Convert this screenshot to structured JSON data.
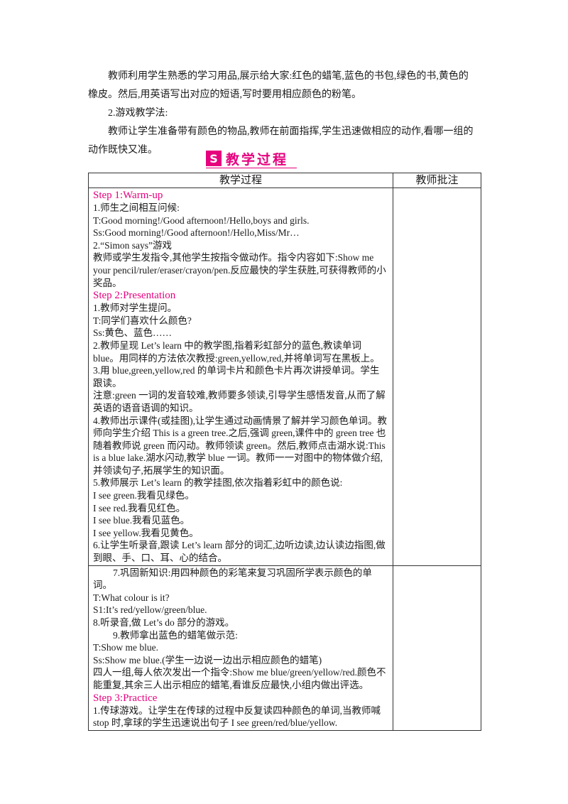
{
  "intro": {
    "paragraphs": [
      "教师利用学生熟悉的学习用品,展示给大家:红色的蜡笔,蓝色的书包,绿色的书,黄色的橡皮。然后,用英语写出对应的短语,写时要用相应颜色的粉笔。",
      "2.游戏教学法:",
      "教师让学生准备带有颜色的物品,教师在前面指挥,学生迅速做相应的动作,看哪一组的动作既快又准。"
    ]
  },
  "section": {
    "icon": "S",
    "title": "教学过程"
  },
  "table": {
    "headers": [
      "教学过程",
      "教师批注"
    ],
    "row1": {
      "step1": "Step 1:Warm-up",
      "s1_lines": [
        "1.师生之间相互问候:",
        "T:Good morning!/Good afternoon!/Hello,boys and girls.",
        "Ss:Good morning!/Good afternoon!/Hello,Miss/Mr…",
        "2.“Simon says”游戏",
        "教师或学生发指令,其他学生按指令做动作。指令内容如下:Show me your pencil/ruler/eraser/crayon/pen.反应最快的学生获胜,可获得教师的小奖品。"
      ],
      "step2": "Step 2:Presentation",
      "s2_lines": [
        "1.教师对学生提问。",
        "T:同学们喜欢什么颜色?",
        "Ss:黄色、蓝色……",
        "2.教师呈现 Let’s learn 中的教学图,指着彩虹部分的蓝色,教读单词 blue。用同样的方法依次教授:green,yellow,red,并将单词写在黑板上。",
        "3.用 blue,green,yellow,red 的单词卡片和颜色卡片再次讲授单词。学生跟读。",
        "注意:green 一词的发音较难,教师要多领读,引导学生感悟发音,从而了解英语的语音语调的知识。",
        "4.教师出示课件(或挂图),让学生通过动画情景了解并学习颜色单词。教师向学生介绍 This is a green tree.之后,强调 green,课件中的 green tree 也随着教师说 green 而闪动。教师领读 green。然后,教师点击湖水说:This is a blue lake.湖水闪动,教学 blue 一词。教师一一对图中的物体做介绍,并领读句子,拓展学生的知识面。",
        "5.教师展示 Let’s learn 的教学挂图,依次指着彩虹中的颜色说:",
        "I see green.我看见绿色。",
        "I see red.我看见红色。",
        "I see blue.我看见蓝色。",
        "I see yellow.我看见黄色。",
        "6.让学生听录音,跟读 Let’s learn 部分的词汇,边听边读,边认读边指图,做到眼、手、口、耳、心的结合。"
      ],
      "note": ""
    },
    "row2": {
      "lines_a": [
        "7.巩固新知识:用四种颜色的彩笔来复习巩固所学表示颜色的单词。"
      ],
      "lines_b": [
        "T:What colour is it?",
        "S1:It’s red/yellow/green/blue.",
        "8.听录音,做 Let’s do 部分的游戏。"
      ],
      "lines_c": [
        "9.教师拿出蓝色的蜡笔做示范:"
      ],
      "lines_d": [
        "T:Show me blue.",
        "Ss:Show me blue.(学生一边说一边出示相应颜色的蜡笔)",
        "四人一组,每人依次发出一个指令:Show me blue/green/yellow/red.颜色不能重复,其余三人出示相应的蜡笔,看谁反应最快,小组内做出评选。"
      ],
      "step3": "Step 3:Practice",
      "s3_lines": [
        "1.传球游戏。让学生在传球的过程中反复读四种颜色的单词,当教师喊 stop 时,拿球的学生迅速说出句子 I see green/red/blue/yellow."
      ],
      "note": ""
    }
  },
  "colors": {
    "accent": "#e6007e",
    "text": "#1a1a1a",
    "border": "#333333"
  }
}
